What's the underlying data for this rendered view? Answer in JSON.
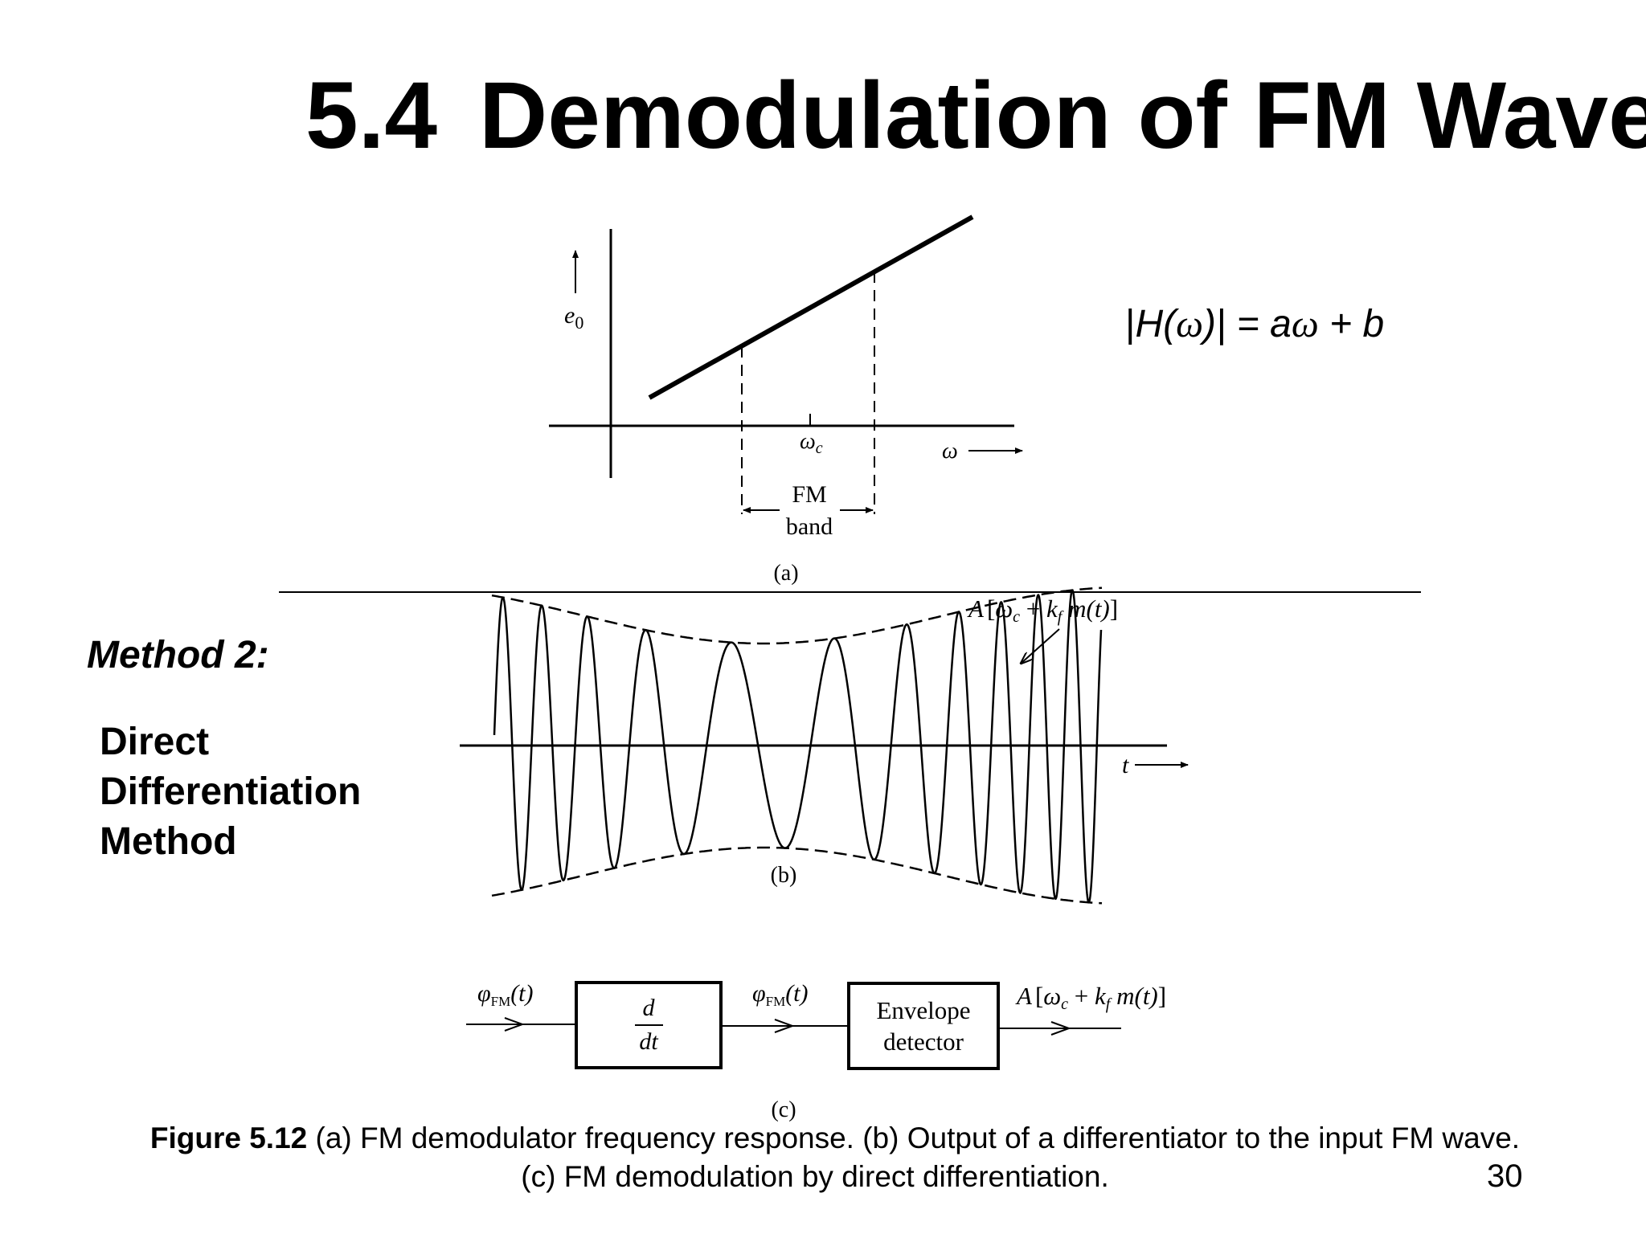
{
  "slide": {
    "title_number": "5.4",
    "title_text": "Demodulation of FM Wave",
    "method_label": "Method 2:",
    "method_name_lines": [
      "Direct",
      "Differentiation",
      "Method"
    ],
    "formula": {
      "abs_open": "|",
      "h": "H(",
      "omega": "ω",
      "close": ")|",
      "eq": " = a",
      "omega2": "ω",
      "rest": " + b"
    },
    "page_number": "30"
  },
  "figure_a": {
    "y_axis_label": "e",
    "y_axis_sub": "0",
    "x_axis_label": "ω",
    "center_tick_label": "ω",
    "center_tick_sub": "c",
    "band_label_line1": "FM",
    "band_label_line2": "band",
    "panel_label": "(a)"
  },
  "figure_b": {
    "envelope_label_A": "A",
    "envelope_label_open": "[",
    "envelope_label_omega": "ω",
    "envelope_label_c": "c",
    "envelope_label_plus": " + ",
    "envelope_label_k": "k",
    "envelope_label_f": "f",
    "envelope_label_m": " m(t)",
    "envelope_label_close": "]",
    "time_axis_label": "t",
    "panel_label": "(b)"
  },
  "figure_c": {
    "input_phi": "φ",
    "input_sub": "FM",
    "input_arg": "(t)",
    "diff_num": "d",
    "diff_den": "dt",
    "mid_phi": "φ",
    "mid_sub": "FM",
    "mid_arg": "(t)",
    "detector_line1": "Envelope",
    "detector_line2": "detector",
    "output_A": "A",
    "output_open": "[",
    "output_omega": "ω",
    "output_c": "c",
    "output_plus": " + ",
    "output_k": "k",
    "output_f": "f",
    "output_m": " m(t)",
    "output_close": "]",
    "panel_label": "(c)"
  },
  "caption": {
    "bold": "Figure 5.12",
    "line1": " (a) FM demodulator frequency response. (b) Output of a differentiator to the input FM wave.",
    "line2": "(c) FM demodulation by direct differentiation."
  }
}
